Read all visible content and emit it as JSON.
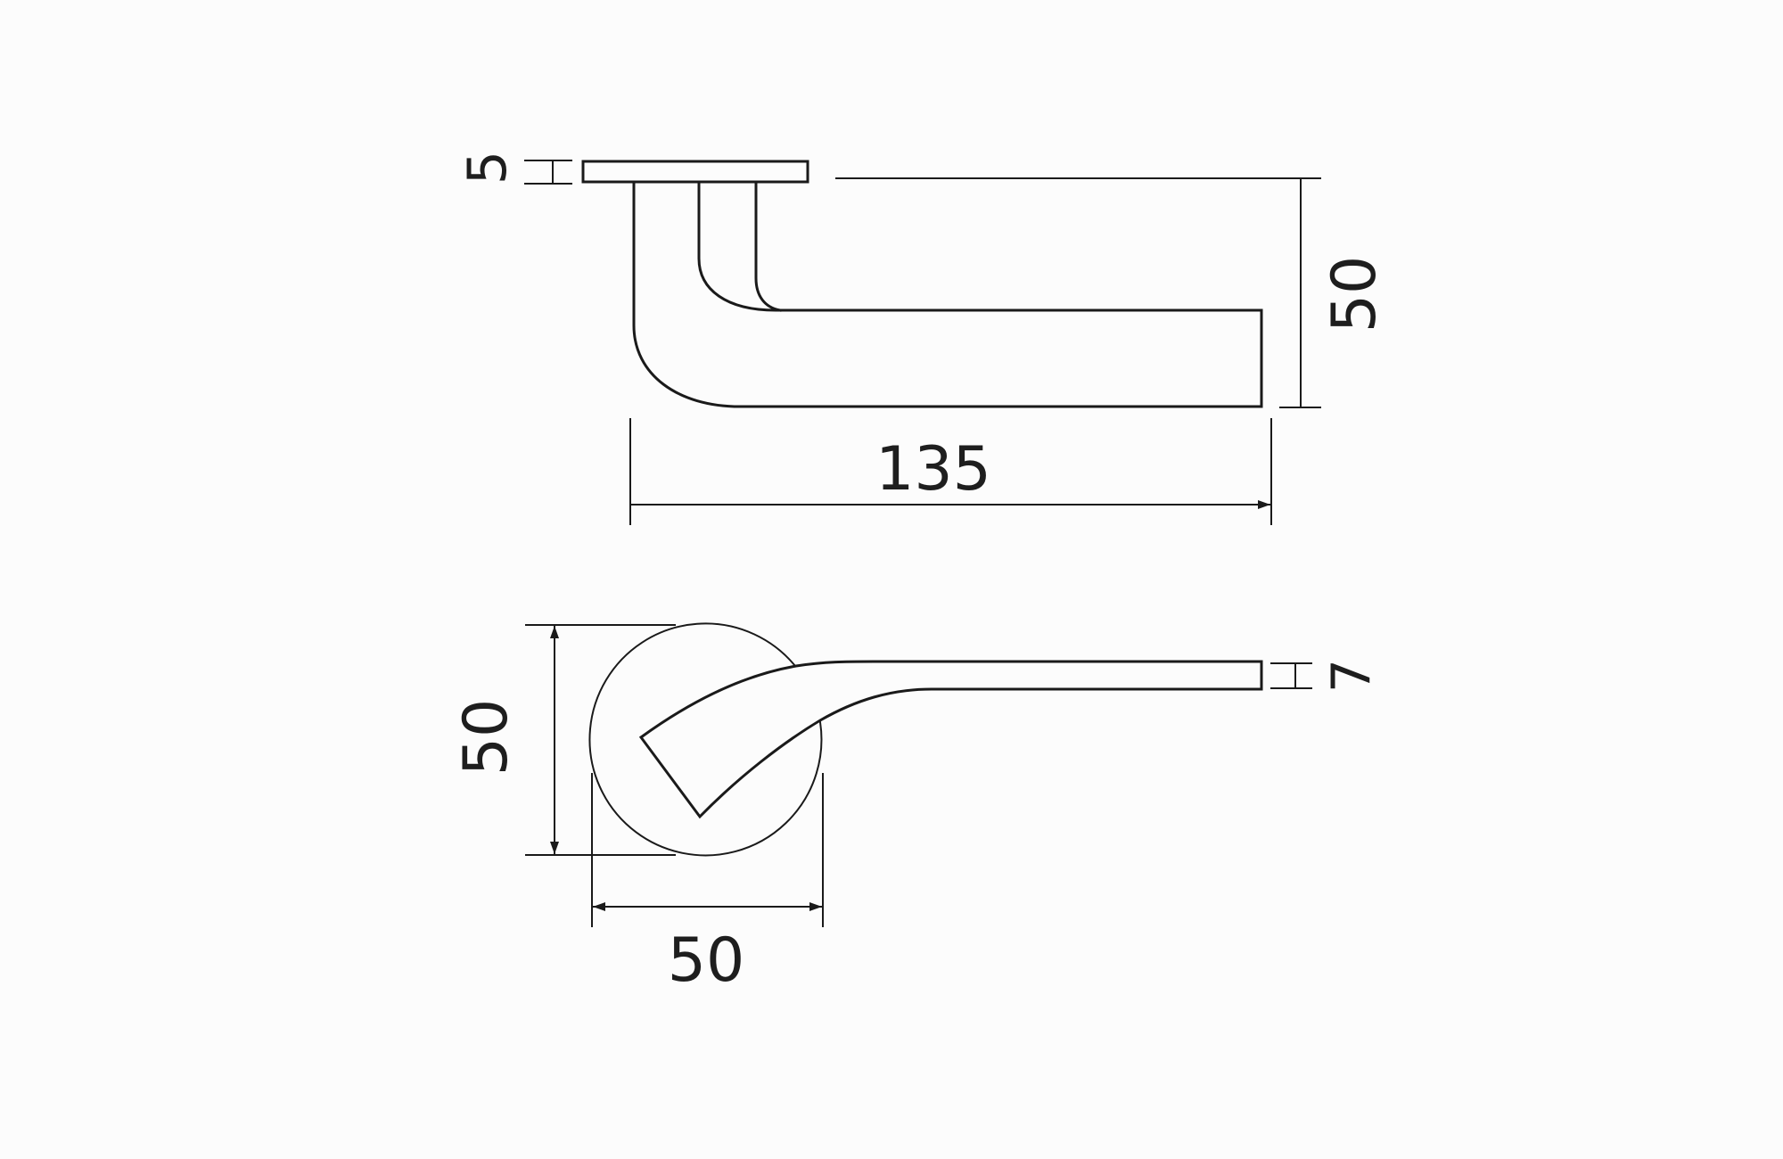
{
  "drawing": {
    "subject": "lever door handle on round rose",
    "background_color": "#fcfcfc",
    "line_color": "#1a1a1a",
    "units": "mm"
  },
  "side_view": {
    "rose_thickness_label": "5",
    "total_height_label": "50",
    "projection_length_label": "135"
  },
  "top_view": {
    "rose_height_label": "50",
    "rose_width_label": "50",
    "lever_thickness_label": "7"
  }
}
